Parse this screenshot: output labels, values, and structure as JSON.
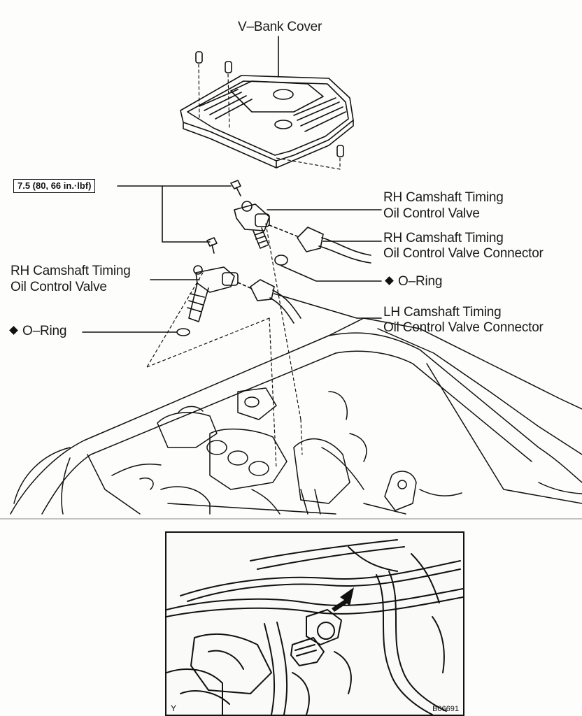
{
  "labels": {
    "vbank_cover": "V–Bank Cover",
    "torque": "7.5 (80, 66 in.·lbf)",
    "rh_ocv_right_l1": "RH Camshaft Timing",
    "rh_ocv_right_l2": "Oil Control Valve",
    "rh_conn_l1": "RH Camshaft Timing",
    "rh_conn_l2": "Oil Control Valve Connector",
    "oring_right": "O–Ring",
    "rh_ocv_left_l1": "RH Camshaft Timing",
    "rh_ocv_left_l2": "Oil Control Valve",
    "lh_conn_l1": "LH Camshaft Timing",
    "lh_conn_l2": "Oil Control Valve Connector",
    "oring_left": "O–Ring"
  },
  "inset": {
    "view_letter": "Y",
    "figure_code": "B06691"
  },
  "icons": {
    "bullet": "diamond-icon",
    "view_arrow": "arrow-icon"
  },
  "colors": {
    "line": "#111111",
    "paper": "#fdfdfb"
  }
}
